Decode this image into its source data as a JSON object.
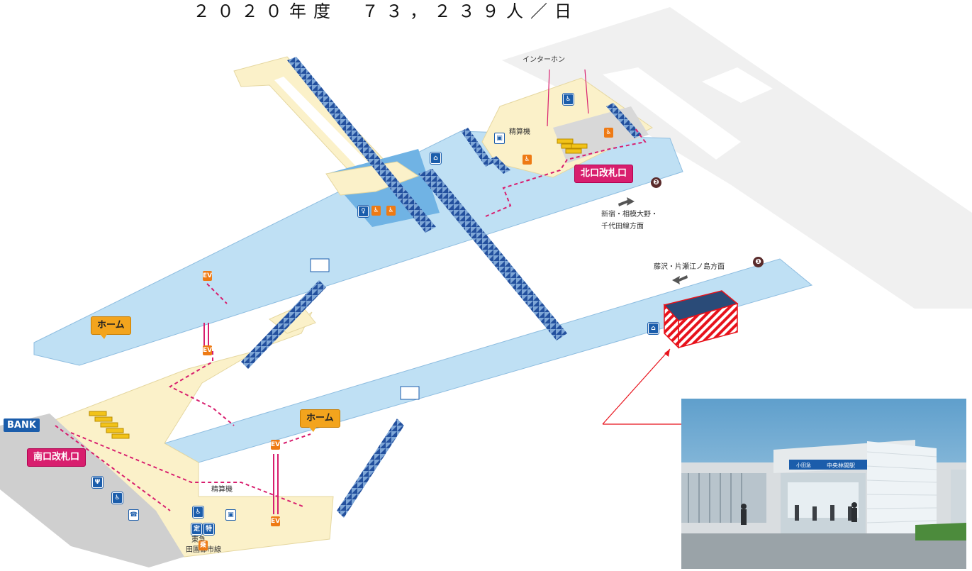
{
  "header": {
    "text": "２０２０年度　７３，２３９人／日"
  },
  "labels": {
    "interphone": "インターホン",
    "fare_machine_north": "精算機",
    "fare_machine_south": "精算機",
    "north_gate": "北口改札口",
    "south_gate": "南口改札口",
    "home_upper": "ホーム",
    "home_lower": "ホーム",
    "direction_shinjuku_1": "新宿・相模大野・",
    "direction_shinjuku_2": "千代田線方面",
    "direction_fujisawa": "藤沢・片瀬江ノ島方面",
    "exit_1": "❶",
    "exit_2": "❷",
    "tokyu_1": "東急",
    "tokyu_2": "田園都市線",
    "bank": "BANK"
  },
  "photo": {
    "station_name": "中央林間駅",
    "operator": "小田急"
  },
  "colors": {
    "platform": "#bfe0f4",
    "platform_edge": "#9cc8e6",
    "concourse": "#fdf5d6",
    "stairs": "#2a5aa8",
    "pink": "#d81e6e",
    "orange": "#f3a41d",
    "callout": "#e8121b",
    "hatch": "#e8121b"
  }
}
